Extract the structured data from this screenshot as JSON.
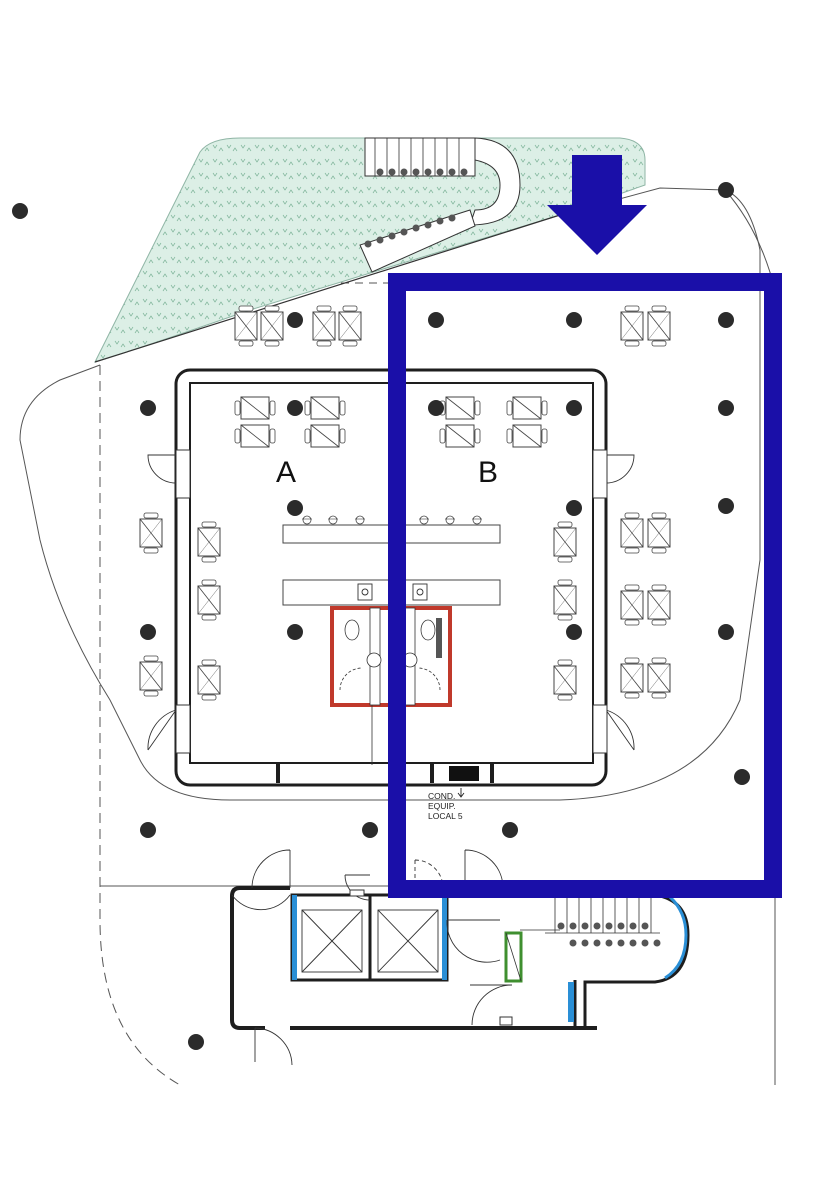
{
  "zones": [
    {
      "id": "A",
      "label": "A"
    },
    {
      "id": "B",
      "label": "B"
    }
  ],
  "equipment_note": {
    "line1": "COND.",
    "line2": "EQUIP.",
    "line3": "LOCAL 5"
  },
  "highlight": {
    "color": "#1a0fa8",
    "target": "zone-B"
  },
  "colors": {
    "landscape_fill": "#dcefe6",
    "toilet_wall": "#c0392b",
    "core_wall": "#1e1e1e",
    "blue_wall": "#2a8fd6",
    "green_shaft": "#3f8f2f",
    "column": "#2b2b2b"
  },
  "icons": {
    "arrow": "down-arrow-icon",
    "column": "column-dot-icon",
    "table": "table-set-icon",
    "elevator": "elevator-icon"
  }
}
